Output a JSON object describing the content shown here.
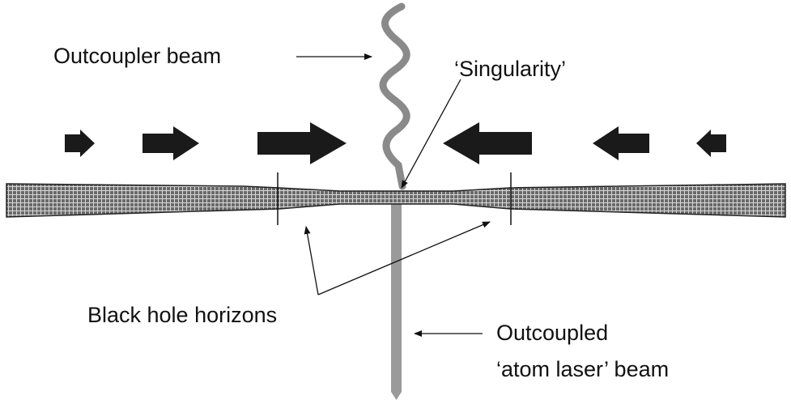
{
  "labels": {
    "outcoupler_beam": "Outcoupler beam",
    "singularity": "‘Singularity’",
    "black_hole_horizons": "Black hole horizons",
    "outcoupled_line1": "Outcoupled",
    "outcoupled_line2": "‘atom laser’ beam"
  },
  "flow_arrows": {
    "left_side_direction": "right",
    "right_side_direction": "left"
  },
  "colors": {
    "ink": "#111111",
    "wavy_beam": "#8a8a8a",
    "vertical_beam": "#9a9a9a",
    "condensate_fill": "#707070"
  }
}
